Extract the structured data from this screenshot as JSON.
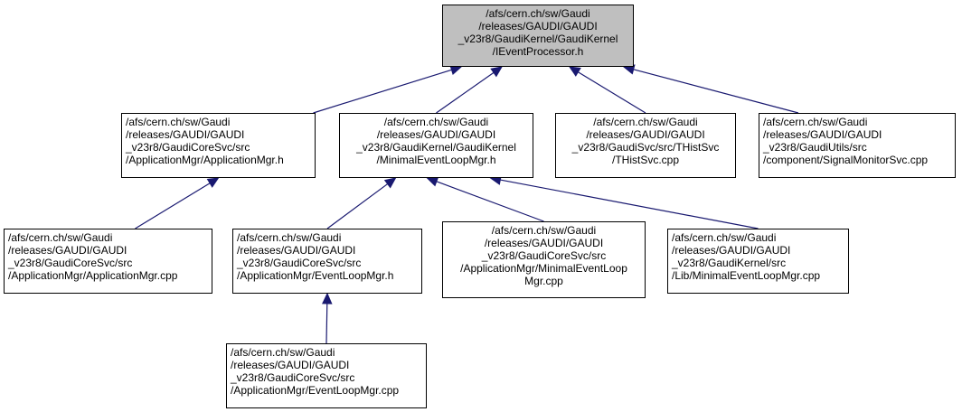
{
  "nodes": {
    "root": {
      "lines": [
        "/afs/cern.ch/sw/Gaudi",
        "/releases/GAUDI/GAUDI",
        "_v23r8/GaudiKernel/GaudiKernel",
        "/IEventProcessor.h"
      ]
    },
    "app_mgr_h": {
      "lines": [
        "/afs/cern.ch/sw/Gaudi",
        "/releases/GAUDI/GAUDI",
        "_v23r8/GaudiCoreSvc/src",
        "/ApplicationMgr/ApplicationMgr.h"
      ]
    },
    "min_loop_h": {
      "lines": [
        "/afs/cern.ch/sw/Gaudi",
        "/releases/GAUDI/GAUDI",
        "_v23r8/GaudiKernel/GaudiKernel",
        "/MinimalEventLoopMgr.h"
      ]
    },
    "thist_cpp": {
      "lines": [
        "/afs/cern.ch/sw/Gaudi",
        "/releases/GAUDI/GAUDI",
        "_v23r8/GaudiSvc/src/THistSvc",
        "/THistSvc.cpp"
      ]
    },
    "sigmon_cpp": {
      "lines": [
        "/afs/cern.ch/sw/Gaudi",
        "/releases/GAUDI/GAUDI",
        "_v23r8/GaudiUtils/src",
        "/component/SignalMonitorSvc.cpp"
      ]
    },
    "app_mgr_cpp": {
      "lines": [
        "/afs/cern.ch/sw/Gaudi",
        "/releases/GAUDI/GAUDI",
        "_v23r8/GaudiCoreSvc/src",
        "/ApplicationMgr/ApplicationMgr.cpp"
      ]
    },
    "loop_mgr_h": {
      "lines": [
        "/afs/cern.ch/sw/Gaudi",
        "/releases/GAUDI/GAUDI",
        "_v23r8/GaudiCoreSvc/src",
        "/ApplicationMgr/EventLoopMgr.h"
      ]
    },
    "min_loop_app_cpp": {
      "lines": [
        "/afs/cern.ch/sw/Gaudi",
        "/releases/GAUDI/GAUDI",
        "_v23r8/GaudiCoreSvc/src",
        "/ApplicationMgr/MinimalEventLoop",
        "Mgr.cpp"
      ]
    },
    "min_loop_lib_cpp": {
      "lines": [
        "/afs/cern.ch/sw/Gaudi",
        "/releases/GAUDI/GAUDI",
        "_v23r8/GaudiKernel/src",
        "/Lib/MinimalEventLoopMgr.cpp"
      ]
    },
    "loop_mgr_cpp": {
      "lines": [
        "/afs/cern.ch/sw/Gaudi",
        "/releases/GAUDI/GAUDI",
        "_v23r8/GaudiCoreSvc/src",
        "/ApplicationMgr/EventLoopMgr.cpp"
      ]
    }
  },
  "edges": [
    {
      "from": "app_mgr_h",
      "to": "root"
    },
    {
      "from": "min_loop_h",
      "to": "root"
    },
    {
      "from": "thist_cpp",
      "to": "root"
    },
    {
      "from": "sigmon_cpp",
      "to": "root"
    },
    {
      "from": "app_mgr_cpp",
      "to": "app_mgr_h"
    },
    {
      "from": "loop_mgr_h",
      "to": "min_loop_h"
    },
    {
      "from": "min_loop_app_cpp",
      "to": "min_loop_h"
    },
    {
      "from": "min_loop_lib_cpp",
      "to": "min_loop_h"
    },
    {
      "from": "loop_mgr_cpp",
      "to": "loop_mgr_h"
    }
  ],
  "colors": {
    "edge": "#191970",
    "root_fill": "#bfbfbf",
    "node_fill": "#ffffff",
    "border": "#000000"
  }
}
